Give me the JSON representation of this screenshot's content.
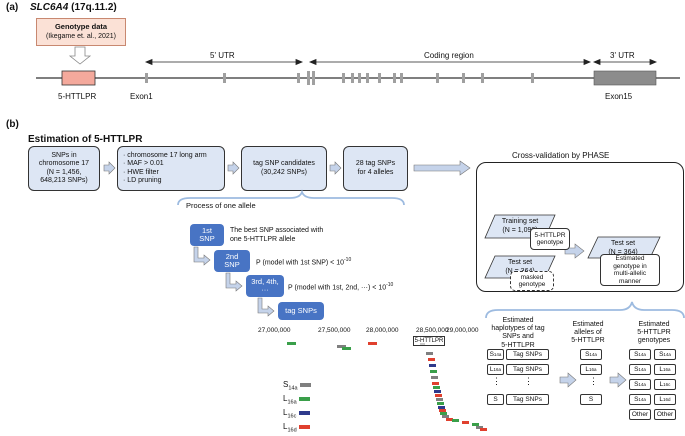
{
  "panel_a": {
    "label": "(a)",
    "gene": "SLC6A4",
    "locus": "(17q.11.2)",
    "genotype_box": {
      "title": "Genotype data",
      "citation": "(Ikegame et. al., 2021)"
    },
    "regions": {
      "utr5": "5' UTR",
      "coding": "Coding region",
      "utr3": "3' UTR"
    },
    "features": {
      "httlpr": "5-HTTLPR",
      "exon1": "Exon1",
      "exon15": "Exon15"
    }
  },
  "panel_b": {
    "label": "(b)",
    "title": "Estimation of 5-HTTLPR",
    "flow": [
      [
        "SNPs in",
        "chromosome 17",
        "(N = 1,456,",
        "648,213 SNPs)"
      ],
      [
        "· chromosome 17 long arm",
        "· MAF > 0.01",
        "· HWE filter",
        "· LD pruning"
      ],
      [
        "tag SNP candidates",
        "(30,242 SNPs)"
      ],
      [
        "28 tag SNPs",
        "for 4 alleles"
      ]
    ],
    "process": {
      "title": "Process of one allele",
      "steps": [
        {
          "btn": [
            "1st",
            "SNP"
          ],
          "desc": [
            "The best SNP associated with",
            "one 5-HTTLPR allele"
          ]
        },
        {
          "btn": [
            "2nd",
            "SNP"
          ],
          "desc_main": "P (model with 1st SNP) < 10",
          "desc_sup": "-10"
        },
        {
          "btn": [
            "3rd, 4th,",
            "···"
          ],
          "desc_main": "P (model with 1st, 2nd, ···) < 10",
          "desc_sup": "-10"
        },
        {
          "btn": [
            "tag SNPs"
          ]
        }
      ]
    },
    "plot": {
      "axis_ticks": [
        "27,000,000",
        "27,500,000",
        "28,000,000",
        "28,500,000",
        "29,000,000"
      ],
      "marker": "5-HTTLPR",
      "legend": [
        {
          "base": "S",
          "sub": "14a",
          "color": "#7f7f7f"
        },
        {
          "base": "L",
          "sub": "16a",
          "color": "#3a9f4a"
        },
        {
          "base": "L",
          "sub": "16c",
          "color": "#2e3a8c"
        },
        {
          "base": "L",
          "sub": "16d",
          "color": "#e0402e"
        }
      ]
    },
    "cv": {
      "title": "Cross-validation by PHASE",
      "training": [
        "Training set",
        "(N = 1,092)"
      ],
      "training_sub": [
        "5-HTTLPR",
        "genotype"
      ],
      "test_left": [
        "Test set",
        "(N = 364)"
      ],
      "test_left_sub": [
        "masked",
        "genotype"
      ],
      "test_right": [
        "Test set",
        "(N = 364)"
      ],
      "test_right_sub": [
        "Estimated",
        "genotype in",
        "multi-allelic",
        "manner"
      ]
    },
    "estimates": {
      "col1_title": [
        "Estimated",
        "haplotypes of tag",
        "SNPs and",
        "5-HTTLPR"
      ],
      "col2_title": [
        "Estimated",
        "alleles of",
        "5-HTTLPR"
      ],
      "col3_title": [
        "Estimated",
        "5-HTTLPR",
        "genotypes"
      ],
      "tag_snps": "Tag SNPs",
      "vdots": "⋮",
      "hap_rows": [
        {
          "base": "S",
          "sub": "14a"
        },
        {
          "base": "L",
          "sub": "16a"
        },
        {
          "base": "S",
          "sub": ""
        }
      ],
      "genotypes": [
        [
          {
            "base": "S",
            "sub": "14a"
          },
          {
            "base": "S",
            "sub": "14a"
          }
        ],
        [
          {
            "base": "S",
            "sub": "14a"
          },
          {
            "base": "L",
            "sub": "16a"
          }
        ],
        [
          {
            "base": "S",
            "sub": "14a"
          },
          {
            "base": "L",
            "sub": "16c"
          }
        ],
        [
          {
            "base": "S",
            "sub": "14a"
          },
          {
            "base": "L",
            "sub": "16d"
          }
        ],
        [
          {
            "base": "Other",
            "sub": ""
          },
          {
            "base": "Other",
            "sub": ""
          }
        ]
      ]
    }
  }
}
